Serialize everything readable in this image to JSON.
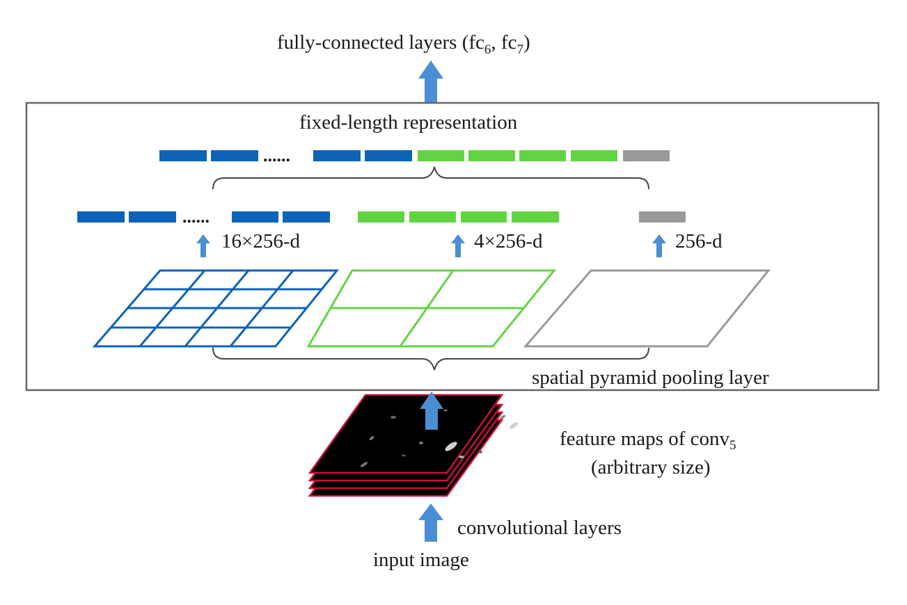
{
  "diagram": {
    "title": "spatial pyramid pooling network",
    "colors": {
      "blue": "#0d63b8",
      "green": "#62d444",
      "gray": "#999999",
      "arrow": "#4a8fd4",
      "frame": "#666666",
      "feature_border": "#c8103a",
      "feature_fill": "#000000",
      "brace": "#444444"
    },
    "labels": {
      "fc_layers": "fully-connected layers (fc",
      "fc_sub1": "6",
      "fc_sep": ", fc",
      "fc_sub2": "7",
      "fc_close": ")",
      "fixed_length": "fixed-length representation",
      "level16": "16×256-d",
      "level4": "4×256-d",
      "level1": "256-d",
      "spp_layer": "spatial pyramid pooling layer",
      "feature_maps": "feature maps of conv",
      "feature_sub": "5",
      "arbitrary": "(arbitrary size)",
      "conv_layers": "convolutional layers",
      "input_image": "input image",
      "ellipsis": "......"
    },
    "pyramid_levels": [
      {
        "name": "4x4",
        "bins": 16,
        "dims": 256,
        "color": "blue"
      },
      {
        "name": "2x2",
        "bins": 4,
        "dims": 256,
        "color": "green"
      },
      {
        "name": "1x1",
        "bins": 1,
        "dims": 256,
        "color": "gray"
      }
    ],
    "feature_map_stack_count": 4
  }
}
